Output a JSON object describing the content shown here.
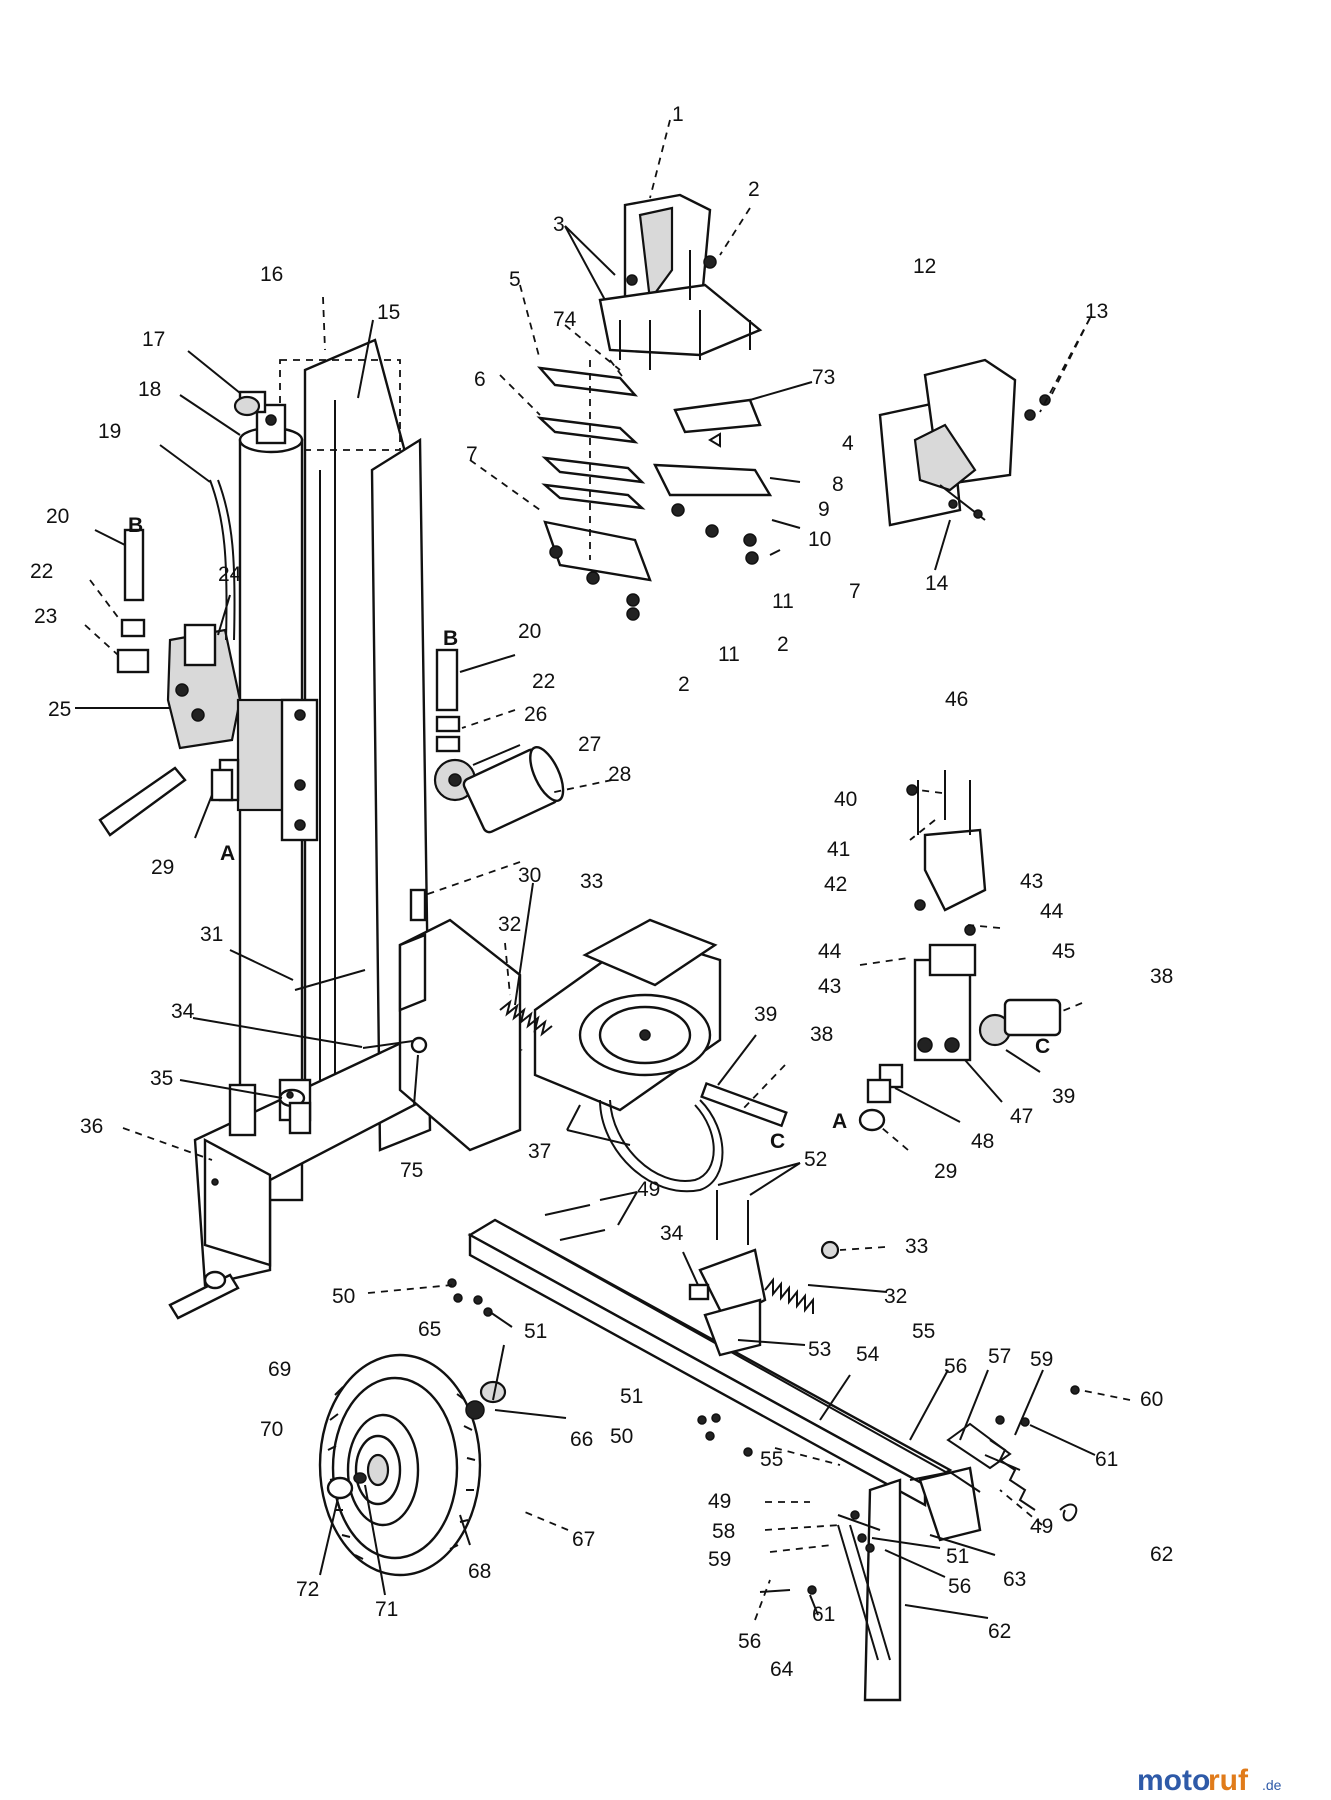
{
  "labels": [
    "1",
    "2",
    "3",
    "4",
    "5",
    "6",
    "7",
    "8",
    "9",
    "10",
    "11",
    "12",
    "13",
    "14",
    "15",
    "16",
    "17",
    "18",
    "19",
    "20",
    "22",
    "23",
    "24",
    "25",
    "26",
    "27",
    "28",
    "29",
    "30",
    "31",
    "32",
    "33",
    "34",
    "35",
    "36",
    "37",
    "38",
    "39",
    "40",
    "41",
    "42",
    "43",
    "44",
    "45",
    "46",
    "47",
    "48",
    "49",
    "50",
    "51",
    "52",
    "53",
    "54",
    "55",
    "56",
    "57",
    "58",
    "59",
    "60",
    "61",
    "62",
    "63",
    "64",
    "65",
    "66",
    "67",
    "68",
    "69",
    "70",
    "71",
    "72",
    "73",
    "74",
    "75"
  ],
  "connection_letters": [
    "A",
    "B",
    "C"
  ],
  "watermark": {
    "brand_blue": "moto",
    "brand_orange": "ruf",
    "suffix": ".de"
  },
  "colors": {
    "watermark_blue": "#2e5aa8",
    "watermark_orange": "#e07b1a"
  }
}
